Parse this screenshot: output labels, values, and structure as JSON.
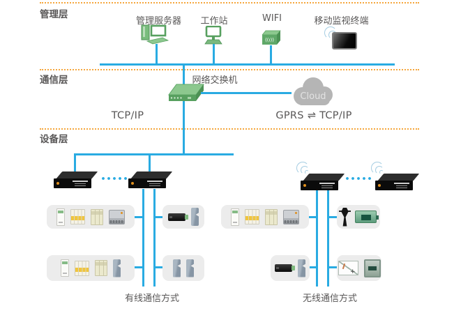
{
  "colors": {
    "blue": "#29abe2",
    "orange": "#f5a63c",
    "text": "#595757",
    "card": "#ececec",
    "arc": "#a5cde2",
    "green-dark": "#4c9154",
    "green-mid": "#5fa868",
    "green-light": "#8cc88e",
    "cloud": "#b5b5b5"
  },
  "layers": [
    {
      "id": "management",
      "label": "管理层"
    },
    {
      "id": "communication",
      "label": "通信层"
    },
    {
      "id": "device",
      "label": "设备层"
    }
  ],
  "nodes": {
    "server": {
      "label": "管理服务器"
    },
    "workstation": {
      "label": "工作站"
    },
    "wifi": {
      "label": "WIFI",
      "glyph": "((ı))"
    },
    "mobile_terminal": {
      "label": "移动监视终端"
    },
    "switch": {
      "label": "网络交换机"
    },
    "cloud": {
      "label": "Cloud"
    }
  },
  "protocols": {
    "wired": "TCP/IP",
    "wireless": "GPRS ⇌ TCP/IP"
  },
  "footers": {
    "wired": "有线通信方式",
    "wireless": "无线通信方式"
  },
  "icons": {
    "server": "server-tower-monitor-icon",
    "workstation": "monitor-icon",
    "wifi": "wifi-access-point-icon",
    "mobile_terminal": "tablet-screen-icon",
    "wireless_signal": "wifi-waves-icon",
    "switch": "network-switch-icon",
    "cloud": "cloud-icon",
    "gateway": "black-gateway-device"
  }
}
